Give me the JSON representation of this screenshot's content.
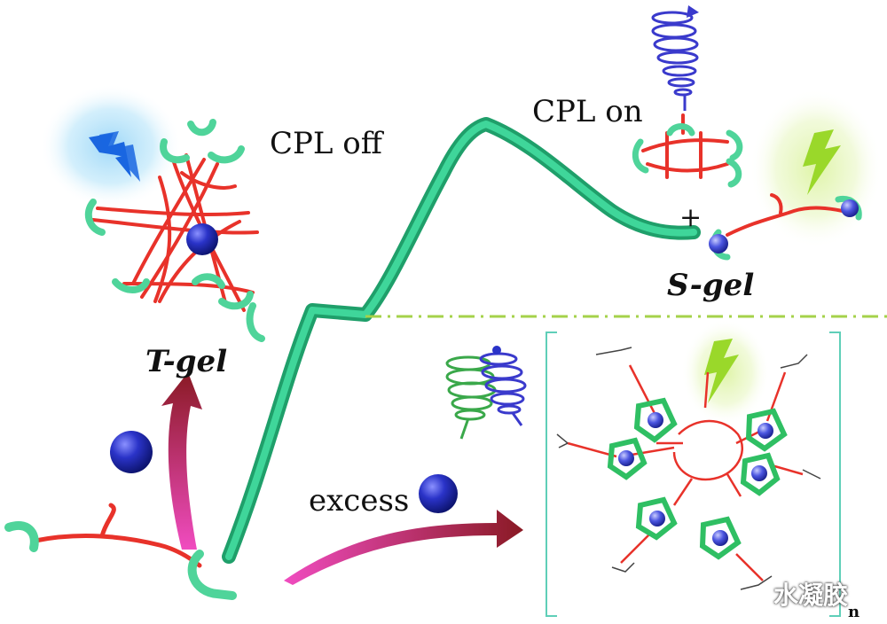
{
  "labels": {
    "cpl_off": "CPL off",
    "cpl_on": "CPL on",
    "t_gel": "T-gel",
    "s_gel": "S-gel",
    "plus": "+",
    "excess": "excess",
    "subscript_n": "n"
  },
  "watermark": "水凝胶",
  "icons": [
    "lightning-icon",
    "cpl-helix-icon",
    "metal-ion-sphere"
  ],
  "colors": {
    "pathway": "#2ec48a",
    "ligand_backbone": "#e8322a",
    "terpyridine_cup": "#4fd49a",
    "metal_ion": "#2a33c8",
    "lightning_blue": "#1a66e0",
    "lightning_green": "#9ad82a",
    "glow_blue": "#bfe6fb",
    "glow_green": "#e6f7c2",
    "arrow_gradient_start": "#e23aa8",
    "arrow_gradient_end": "#8a1a24",
    "divider": "#a5d24a",
    "bracket": "#5fcfb8",
    "helix_green": "#3aa84a",
    "helix_blue": "#3a3acc"
  }
}
